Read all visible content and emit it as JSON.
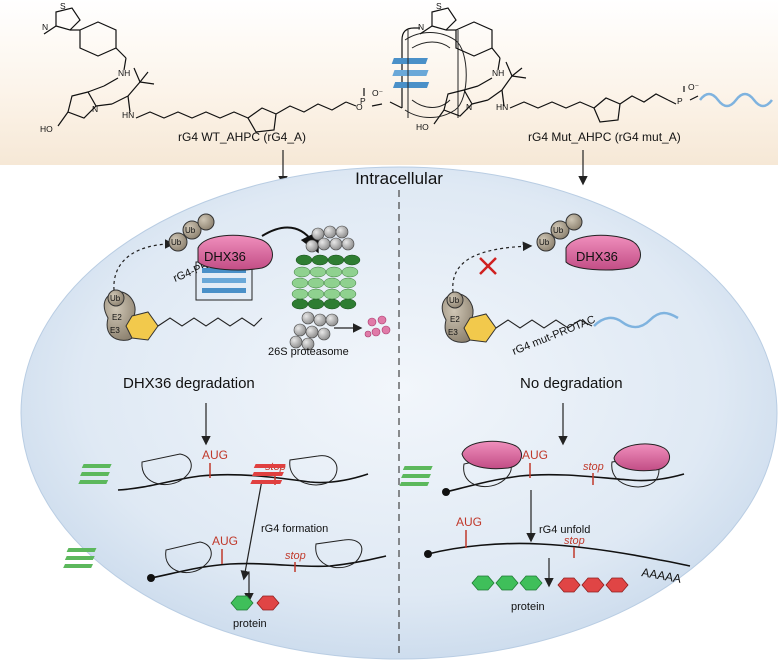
{
  "compounds": {
    "wt_label": "rG4 WT_AHPC (rG4_A)",
    "mut_label": "rG4 Mut_AHPC (rG4 mut_A)"
  },
  "cell": {
    "title": "Intracellular"
  },
  "left_panel": {
    "protein": "DHX36",
    "ub": "Ub",
    "e2": "E2",
    "e3": "E3",
    "protac_label": "rG4-PROTAC",
    "proteasome_label": "26S proteasome",
    "outcome": "DHX36 degradation",
    "start_codon": "AUG",
    "stop_codon": "stop",
    "rg4_step": "rG4 formation",
    "product": "protein"
  },
  "right_panel": {
    "protein": "DHX36",
    "ub": "Ub",
    "e2": "E2",
    "e3": "E3",
    "protac_label": "rG4 mut-PROTAC",
    "outcome": "No degradation",
    "start_codon": "AUG",
    "stop_codon": "stop",
    "rg4_step": "rG4 unfold",
    "polya": "AAAAA",
    "product": "protein"
  },
  "chem_atoms": {
    "S": "S",
    "N": "N",
    "NH": "NH",
    "HN": "HN",
    "O": "O",
    "HO": "HO",
    "P": "P",
    "Ominus": "O⁻"
  },
  "colors": {
    "dhx36": "#d9659c",
    "ub": "#a69a86",
    "e3": "#b9ab93",
    "vhl_ligand": "#f2c94c",
    "proteasome_dark": "#2e7d32",
    "proteasome_light": "#8fd18f",
    "proteasome_cap": "#b0b0b0",
    "rg4_red": "#e04040",
    "rg4_blue": "#4a90c8",
    "rg4_green": "#5cb85c",
    "codon_red": "#c0392b",
    "hex_green": "#3fbf5a",
    "hex_red": "#e04545",
    "cell_fill": "#dfe9f4",
    "rna_wave": "#7fb3df"
  }
}
